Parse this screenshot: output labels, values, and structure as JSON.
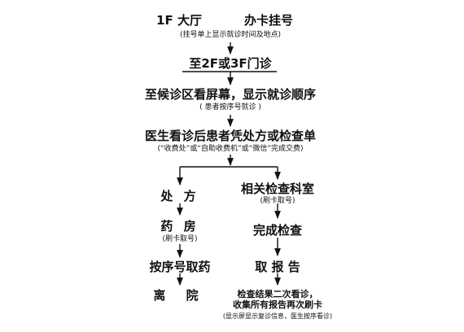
{
  "steps": {
    "s1": {
      "title_a": "1F 大厅",
      "title_b": "办卡挂号",
      "note": "(挂号单上显示就诊时间及地点)"
    },
    "s2": {
      "title": "至2F或3F门诊"
    },
    "s3": {
      "title": "至候诊区看屏幕，显示就诊顺序",
      "note": "( 患者按序号就诊 )"
    },
    "s4": {
      "title": "医生看诊后患者凭处方或检查单",
      "note": "(“收费处”或“自助收费机”或“微信”完成交费)"
    }
  },
  "left_branch": {
    "prescription": "处 方",
    "pharmacy": "药 房",
    "pharmacy_note": "(刷卡取号)",
    "take_medicine": "按序号取药",
    "leave": "离 院"
  },
  "right_branch": {
    "dept": "相关检查科室",
    "dept_note": "(刷卡取号)",
    "finish_exam": "完成检查",
    "get_report": "取 报 告",
    "final_line1": "检查结果二次看诊，",
    "final_line2": "收集所有报告再次刷卡",
    "final_note": "(显示屏显示复诊信息，医生按序看诊)"
  },
  "colors": {
    "text": "#111111",
    "line": "#111111",
    "background": "#ffffff"
  }
}
